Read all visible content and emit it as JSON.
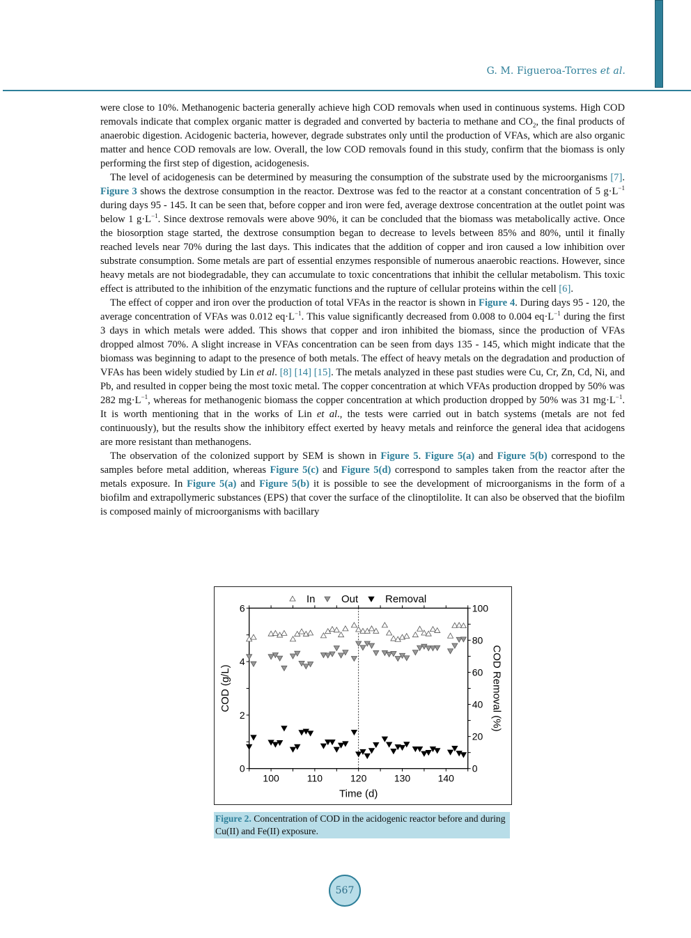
{
  "header": {
    "author_prefix": "G. M. Figueroa-Torres ",
    "author_suffix": "et al.",
    "accent_color": "#2e7f99"
  },
  "paragraphs": {
    "p1": {
      "t1": "were close to 10%. Methanogenic bacteria generally achieve high COD removals when used in continuous systems. High COD removals indicate that complex organic matter is degraded and converted by bacteria to methane and CO",
      "sub": "2",
      "t2": ", the final products of anaerobic digestion. Acidogenic bacteria, however, degrade substrates only until the production of VFAs, which are also organic matter and hence COD removals are low. Overall, the low COD removals found in this study, confirm that the biomass is only performing the first step of digestion, acidogenesis."
    },
    "p2": {
      "t1": "The level of acidogenesis can be determined by measuring the consumption of the substrate used by the microorganisms ",
      "ref1": "[7]",
      "t2": ". ",
      "fig1": "Figure 3",
      "t3": " shows the dextrose consumption in the reactor. Dextrose was fed to the reactor at a constant concentration of 5 g·L",
      "sup1": "−1",
      "t4": " during days 95 - 145. It can be seen that, before copper and iron were fed, average dextrose concentration at the outlet point was below 1 g·L",
      "sup2": "−1",
      "t5": ". Since dextrose removals were above 90%, it can be concluded that the biomass was metabolically active. Once the biosorption stage started, the dextrose consumption began to decrease to levels between 85% and 80%, until it finally reached levels near 70% during the last days. This indicates that the addition of copper and iron caused a low inhibition over substrate consumption. Some metals are part of essential enzymes responsible of numerous anaerobic reactions. However, since heavy metals are not biodegradable, they can accumulate to toxic concentrations that inhibit the cellular metabolism. This toxic effect is attributed to the inhibition of the enzymatic functions and the rupture of cellular proteins within the cell ",
      "ref2": "[6]",
      "t6": "."
    },
    "p3": {
      "t1": "The effect of copper and iron over the production of total VFAs in the reactor is shown in ",
      "fig1": "Figure 4",
      "t2": ". During days 95 - 120, the average concentration of VFAs was 0.012 eq·L",
      "sup1": "−1",
      "t3": ". This value significantly decreased from 0.008 to 0.004 eq·L",
      "sup2": "−1",
      "t4": " during the first 3 days in which metals were added. This shows that copper and iron inhibited the biomass, since the production of VFAs dropped almost 70%. A slight increase in VFAs concentration can be seen from days 135 - 145, which might indicate that the biomass was beginning to adapt to the presence of both metals. The effect of heavy metals on the degradation and production of VFAs has been widely studied by Lin ",
      "etal1": "et al",
      "t5": ". ",
      "ref1": "[8] [14] [15]",
      "t6": ". The metals analyzed in these past studies were Cu, Cr, Zn, Cd, Ni, and Pb, and resulted in copper being the most toxic metal. The copper concentration at which VFAs production dropped by 50% was 282 mg·L",
      "sup3": "−1",
      "t7": ", whereas for methanogenic biomass the copper concentration at which production dropped by 50% was 31 mg·L",
      "sup4": "−1",
      "t8": ". It is worth mentioning that in the works of Lin ",
      "etal2": "et al",
      "t9": "., the tests were carried out in batch systems (metals are not fed continuously), but the results show the inhibitory effect exerted by heavy metals and reinforce the general idea that acidogens are more resistant than methanogens."
    },
    "p4": {
      "t1": "The observation of the colonized support by SEM is shown in ",
      "fig1": "Figure 5",
      "t2": ". ",
      "fig2": "Figure 5(a)",
      "t3": " and ",
      "fig3": "Figure 5(b)",
      "t4": " correspond to the samples before metal addition, whereas ",
      "fig4": "Figure 5(c)",
      "t5": " and ",
      "fig5": "Figure 5(d)",
      "t6": " correspond to samples taken from the reactor after the metals exposure. In ",
      "fig6": "Figure 5(a)",
      "t7": " and ",
      "fig7": "Figure 5(b)",
      "t8": " it is possible to see the development of microorganisms in the form of a biofilm and extrapollymeric substances (EPS) that cover the surface of the clinoptilolite. It can also be observed that the biofilm is composed mainly of microorganisms with bacillary"
    }
  },
  "caption": {
    "label": "Figure 2.",
    "text": " Concentration of COD in the acidogenic reactor before and during Cu(II) and Fe(II) exposure."
  },
  "page_number": "567",
  "chart_data": {
    "type": "scatter",
    "title": "",
    "xlabel": "Time (d)",
    "ylabel": "COD (g/L)",
    "ylabel_right": "COD Removal (%)",
    "xlim": [
      95,
      145
    ],
    "ylim": [
      0,
      6
    ],
    "ylim_right": [
      0,
      100
    ],
    "x_ticks": [
      100,
      110,
      120,
      130,
      140
    ],
    "y_ticks": [
      0,
      2,
      4,
      6
    ],
    "y_ticks_right": [
      0,
      20,
      40,
      60,
      80,
      100
    ],
    "grid": false,
    "legend_position": "top",
    "legend": [
      "In",
      "Out",
      "Removal"
    ],
    "annotations": [
      {
        "type": "vline",
        "x": 120,
        "style": "dashed"
      }
    ],
    "x": [
      95,
      96,
      100,
      101,
      102,
      103,
      105,
      106,
      107,
      108,
      109,
      112,
      113,
      114,
      115,
      116,
      117,
      119,
      120,
      121,
      122,
      123,
      124,
      126,
      127,
      128,
      129,
      130,
      131,
      133,
      134,
      135,
      136,
      137,
      138,
      141,
      142,
      143,
      144
    ],
    "series": [
      {
        "name": "In",
        "axis": "left",
        "marker": "open-triangle-up",
        "values": [
          4.84,
          4.91,
          5.04,
          5.06,
          4.99,
          5.06,
          4.84,
          5.03,
          5.12,
          5.03,
          5.07,
          4.97,
          5.13,
          5.21,
          5.18,
          5.0,
          5.23,
          5.36,
          5.2,
          5.14,
          5.14,
          5.23,
          5.14,
          5.36,
          5.07,
          4.86,
          4.83,
          4.91,
          4.95,
          5.0,
          5.22,
          5.07,
          5.04,
          5.21,
          5.16,
          4.96,
          5.35,
          5.36,
          5.34
        ]
      },
      {
        "name": "Out",
        "axis": "left",
        "marker": "gray-triangle-down",
        "values": [
          4.19,
          3.92,
          4.19,
          4.25,
          4.13,
          3.76,
          4.21,
          4.31,
          3.94,
          3.83,
          3.91,
          4.25,
          4.24,
          4.29,
          4.51,
          4.24,
          4.35,
          4.12,
          4.68,
          4.53,
          4.68,
          4.6,
          4.33,
          4.33,
          4.28,
          4.3,
          4.12,
          4.23,
          4.14,
          4.35,
          4.52,
          4.57,
          4.51,
          4.51,
          4.52,
          4.4,
          4.6,
          4.83,
          4.84
        ]
      },
      {
        "name": "Removal",
        "axis": "right",
        "marker": "filled-triangle-down",
        "values": [
          13.7,
          19.5,
          16.4,
          15.1,
          16.2,
          25.2,
          12.0,
          13.7,
          22.6,
          23.3,
          22.1,
          14.2,
          16.6,
          16.6,
          12.0,
          14.6,
          15.6,
          22.7,
          9.1,
          10.6,
          8.0,
          11.3,
          14.9,
          18.5,
          15.1,
          10.9,
          13.6,
          13.2,
          15.2,
          12.3,
          12.3,
          9.4,
          10.1,
          12.3,
          11.3,
          10.3,
          12.7,
          9.6,
          8.7
        ]
      }
    ]
  }
}
